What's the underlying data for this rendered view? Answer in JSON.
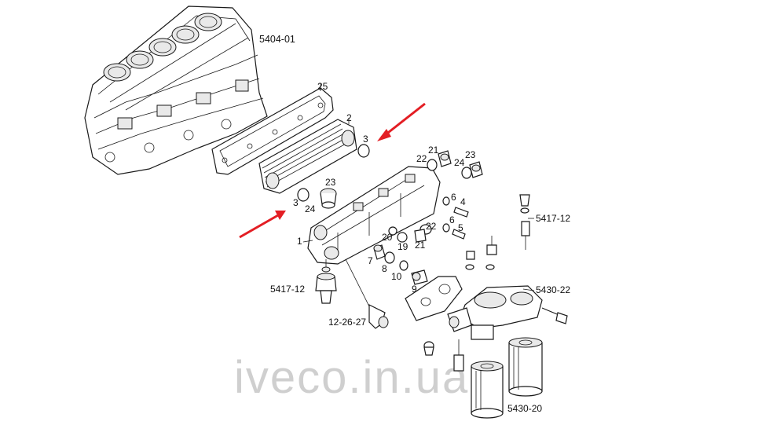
{
  "watermark": "iveco.in.ua",
  "callouts": {
    "engine_block": "5404-01",
    "gasket": "25",
    "cooler": "2",
    "oring_top": "3",
    "oring_bottom": "3",
    "plug_21a": "21",
    "washer_22a": "22",
    "plug_23a": "23",
    "washer_24a": "24",
    "plug_23b": "23",
    "washer_24b": "24",
    "housing": "1",
    "bolt_6a": "6",
    "bolt_4": "4",
    "bolt_6b": "6",
    "bolt_5": "5",
    "washer_22b": "22",
    "plug_21b": "21",
    "part_20": "20",
    "part_19": "19",
    "part_7": "7",
    "part_8": "8",
    "part_10": "10",
    "part_9": "9",
    "sensor_left": "5417-12",
    "bolts_group": "12-26-27",
    "sensor_right": "5417-12",
    "filter_head": "5430-22",
    "filter": "5430-20"
  },
  "colors": {
    "arrow": "#e31e24",
    "line": "#1a1a1a",
    "watermark": "#cfcfcf"
  }
}
